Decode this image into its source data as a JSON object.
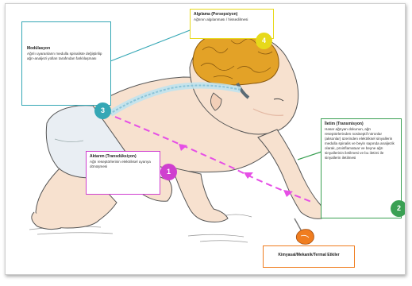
{
  "diagram": {
    "colors": {
      "modulation": "#35a7b5",
      "perception": "#e7d91a",
      "transmission": "#3aa053",
      "transduction": "#cf3fcf",
      "stimulus": "#f07d1f",
      "brain": "#e3a227",
      "skin": "#f7e1cf",
      "diaper": "#e9eef3"
    },
    "stages": {
      "algilama": {
        "title": "Algılama (Persepsiyon)",
        "description": "Ağrının algılanması / hissedilmesi",
        "badge": "4"
      },
      "modulasyon": {
        "title": "Modülasyon",
        "description": "Ağrılı uyaranların medulla spinaliste değiştirilip ağrı-analjezi yolları tarafından farklılaşması",
        "badge": "3"
      },
      "iletim": {
        "title": "İletim (Transmisyon)",
        "description": "Hasar ağrıyan dokunun, ağrı reseptörlerinden nosiseptif nöronlar (aksonlar) üzerinden elektriksel sinyallerin medulla spinalis ve beyin sapında analjezik olarak, proinflamatuar ve beyne ağrı sinyallerinin iletilmesi ve bu iletimi ile sinyallerin iletilmesi",
        "badge": "2"
      },
      "aktarim": {
        "title": "Aktarım (Transdüksiyon)",
        "description": "Ağrı reseptörlerinin elektriksel uyarıya dönüşmesi",
        "badge": "1"
      }
    },
    "stimulus": {
      "title": "Kimyasal/Mekanik/Termal Etkiler"
    }
  }
}
